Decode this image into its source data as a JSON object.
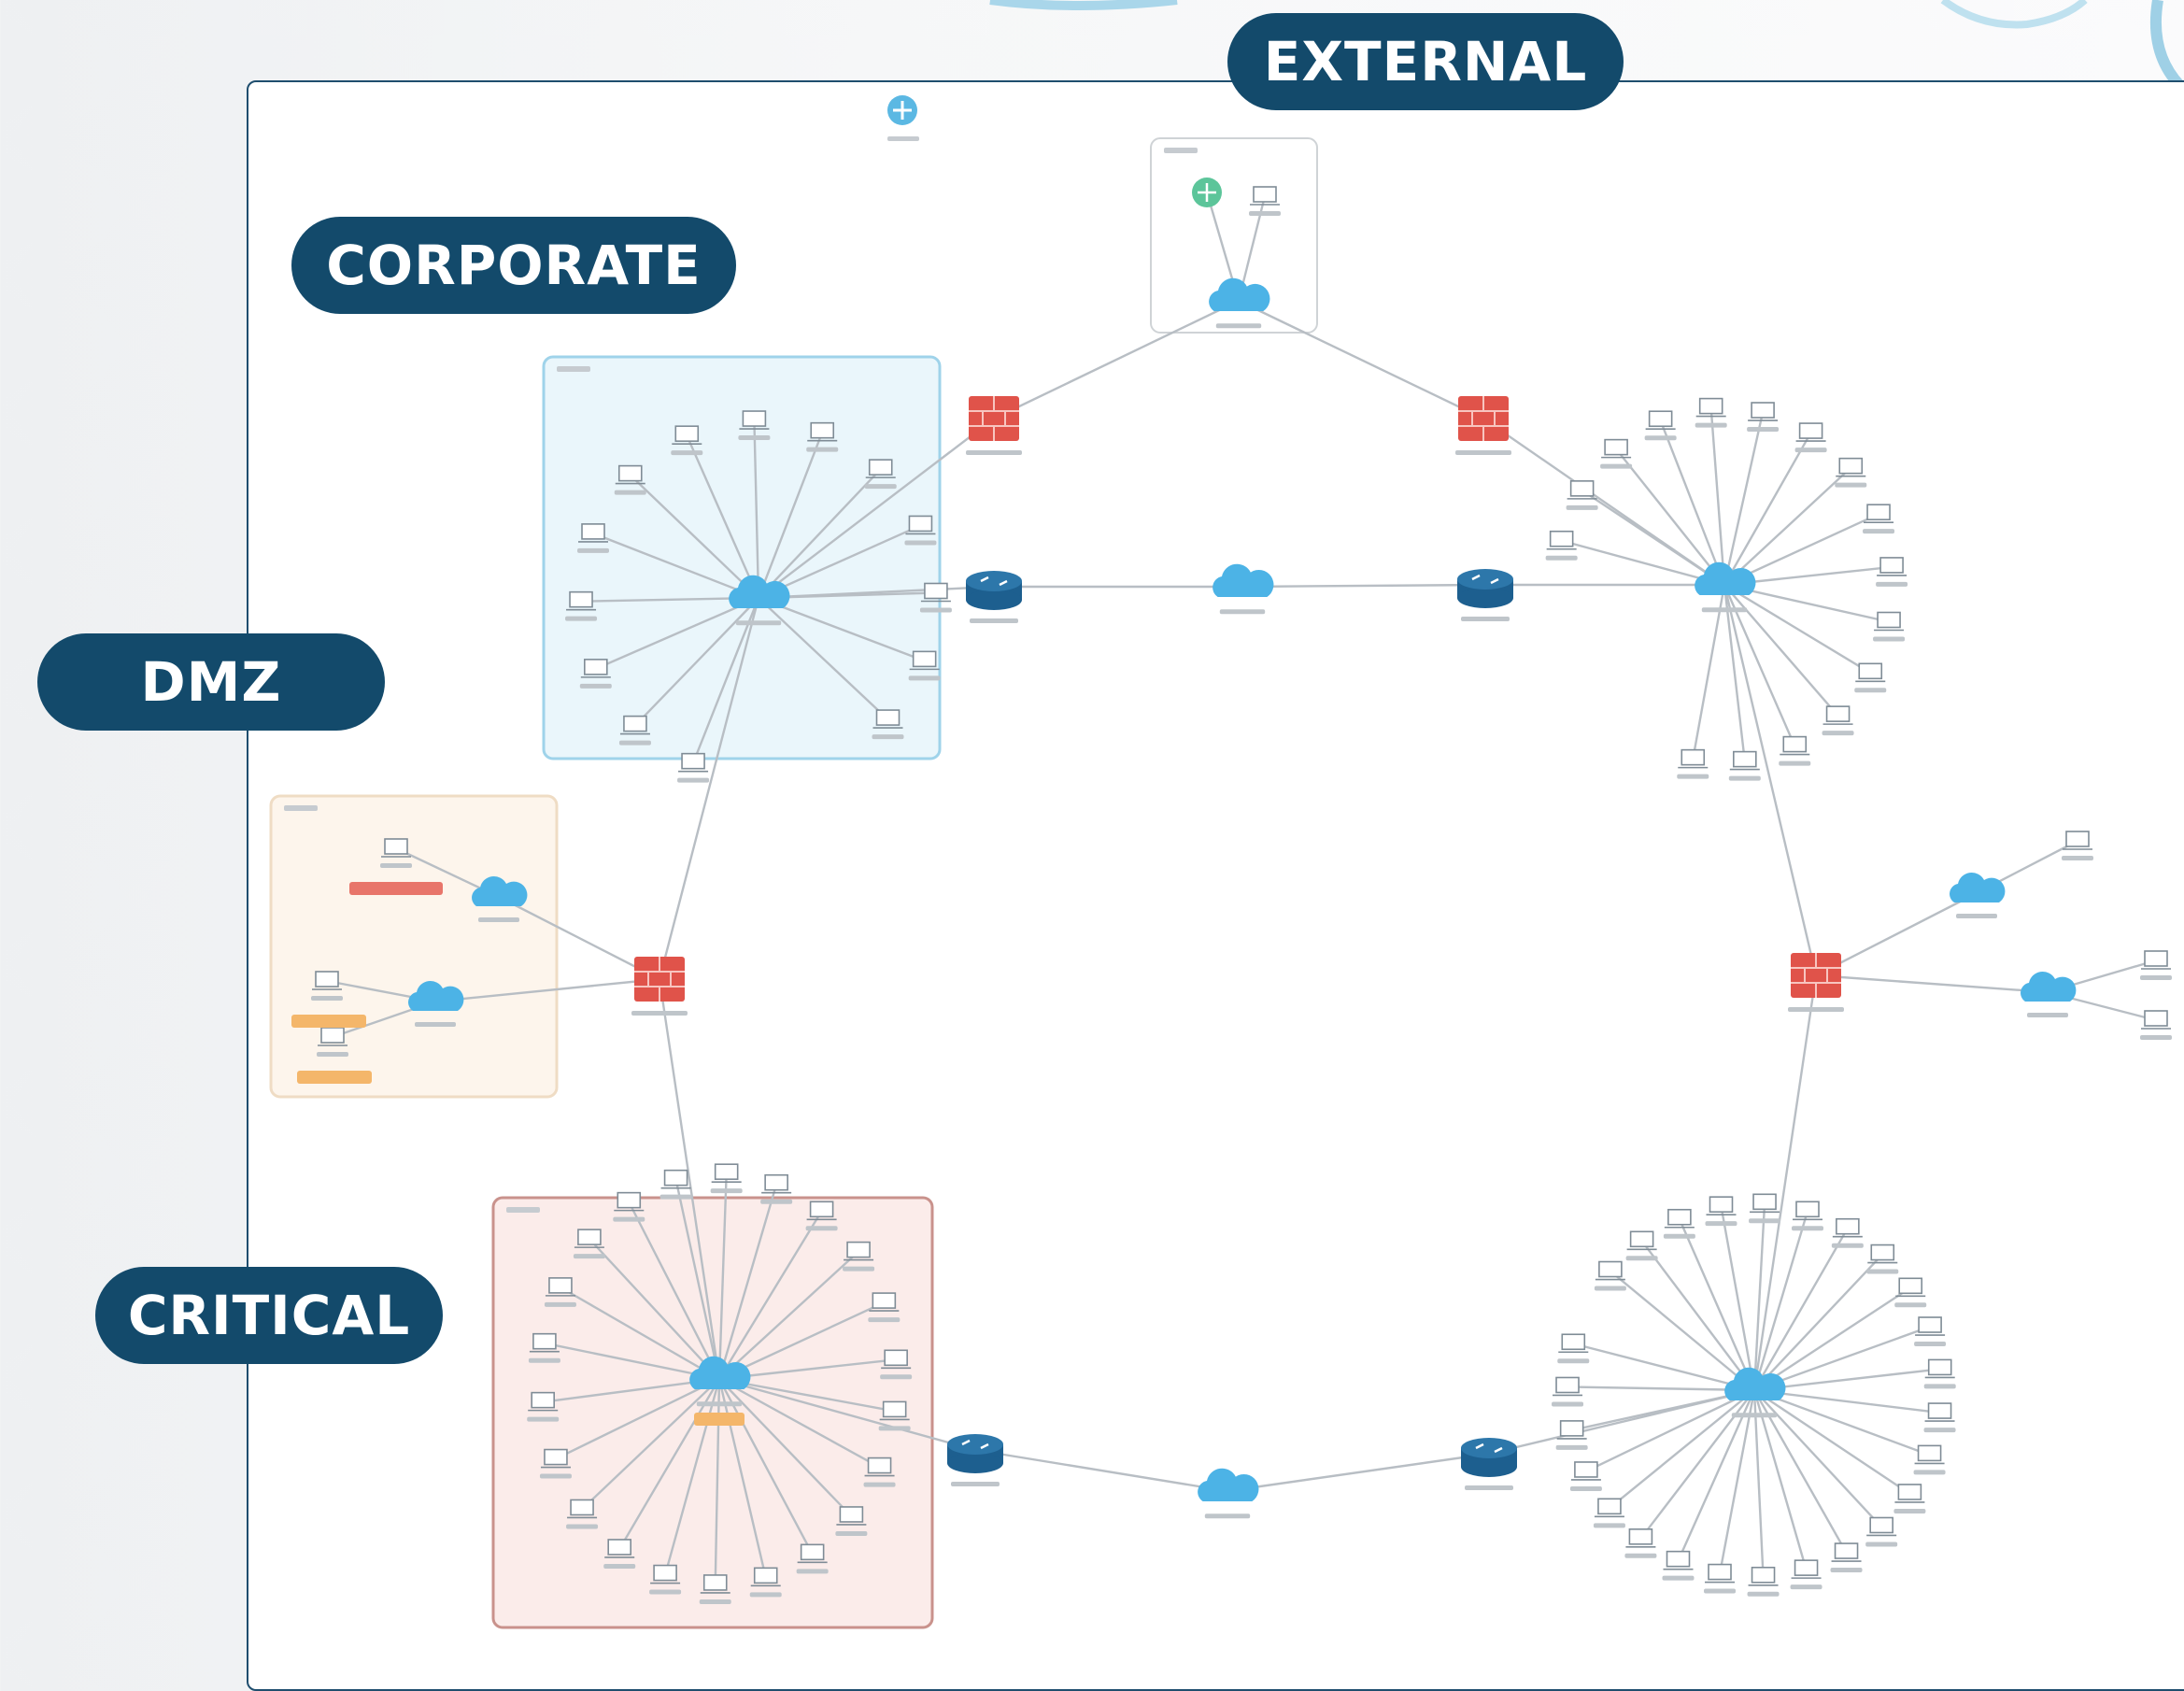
{
  "zones": {
    "external": "EXTERNAL",
    "corporate": "CORPORATE",
    "dmz": "DMZ",
    "critical": "CRITICAL"
  },
  "colors": {
    "zone_pill": "#134a6b",
    "canvas_border": "#1f4e6e",
    "firewall": "#e0534a",
    "router": "#1d5f8f",
    "cloud": "#4cb3e6",
    "workstation_outline": "#7f8c96",
    "link": "#b8bec4",
    "corporate_group_fill": "#eaf6fb",
    "corporate_group_border": "#9fd3ea",
    "dmz_group_fill": "#fdf5ec",
    "dmz_group_border": "#efdcc4",
    "critical_group_fill": "#fbecea",
    "critical_group_border": "#c9928c",
    "external_group_border": "#cfd3d6",
    "alert_tag_red": "#e8756a",
    "alert_tag_orange": "#f4b66a"
  },
  "legend_icon": "network-node-icon",
  "node_icons": {
    "firewall": "firewall-icon",
    "router": "router-icon",
    "cloud": "cloud-icon",
    "workstation": "workstation-icon",
    "internet": "internet-globe-icon"
  }
}
